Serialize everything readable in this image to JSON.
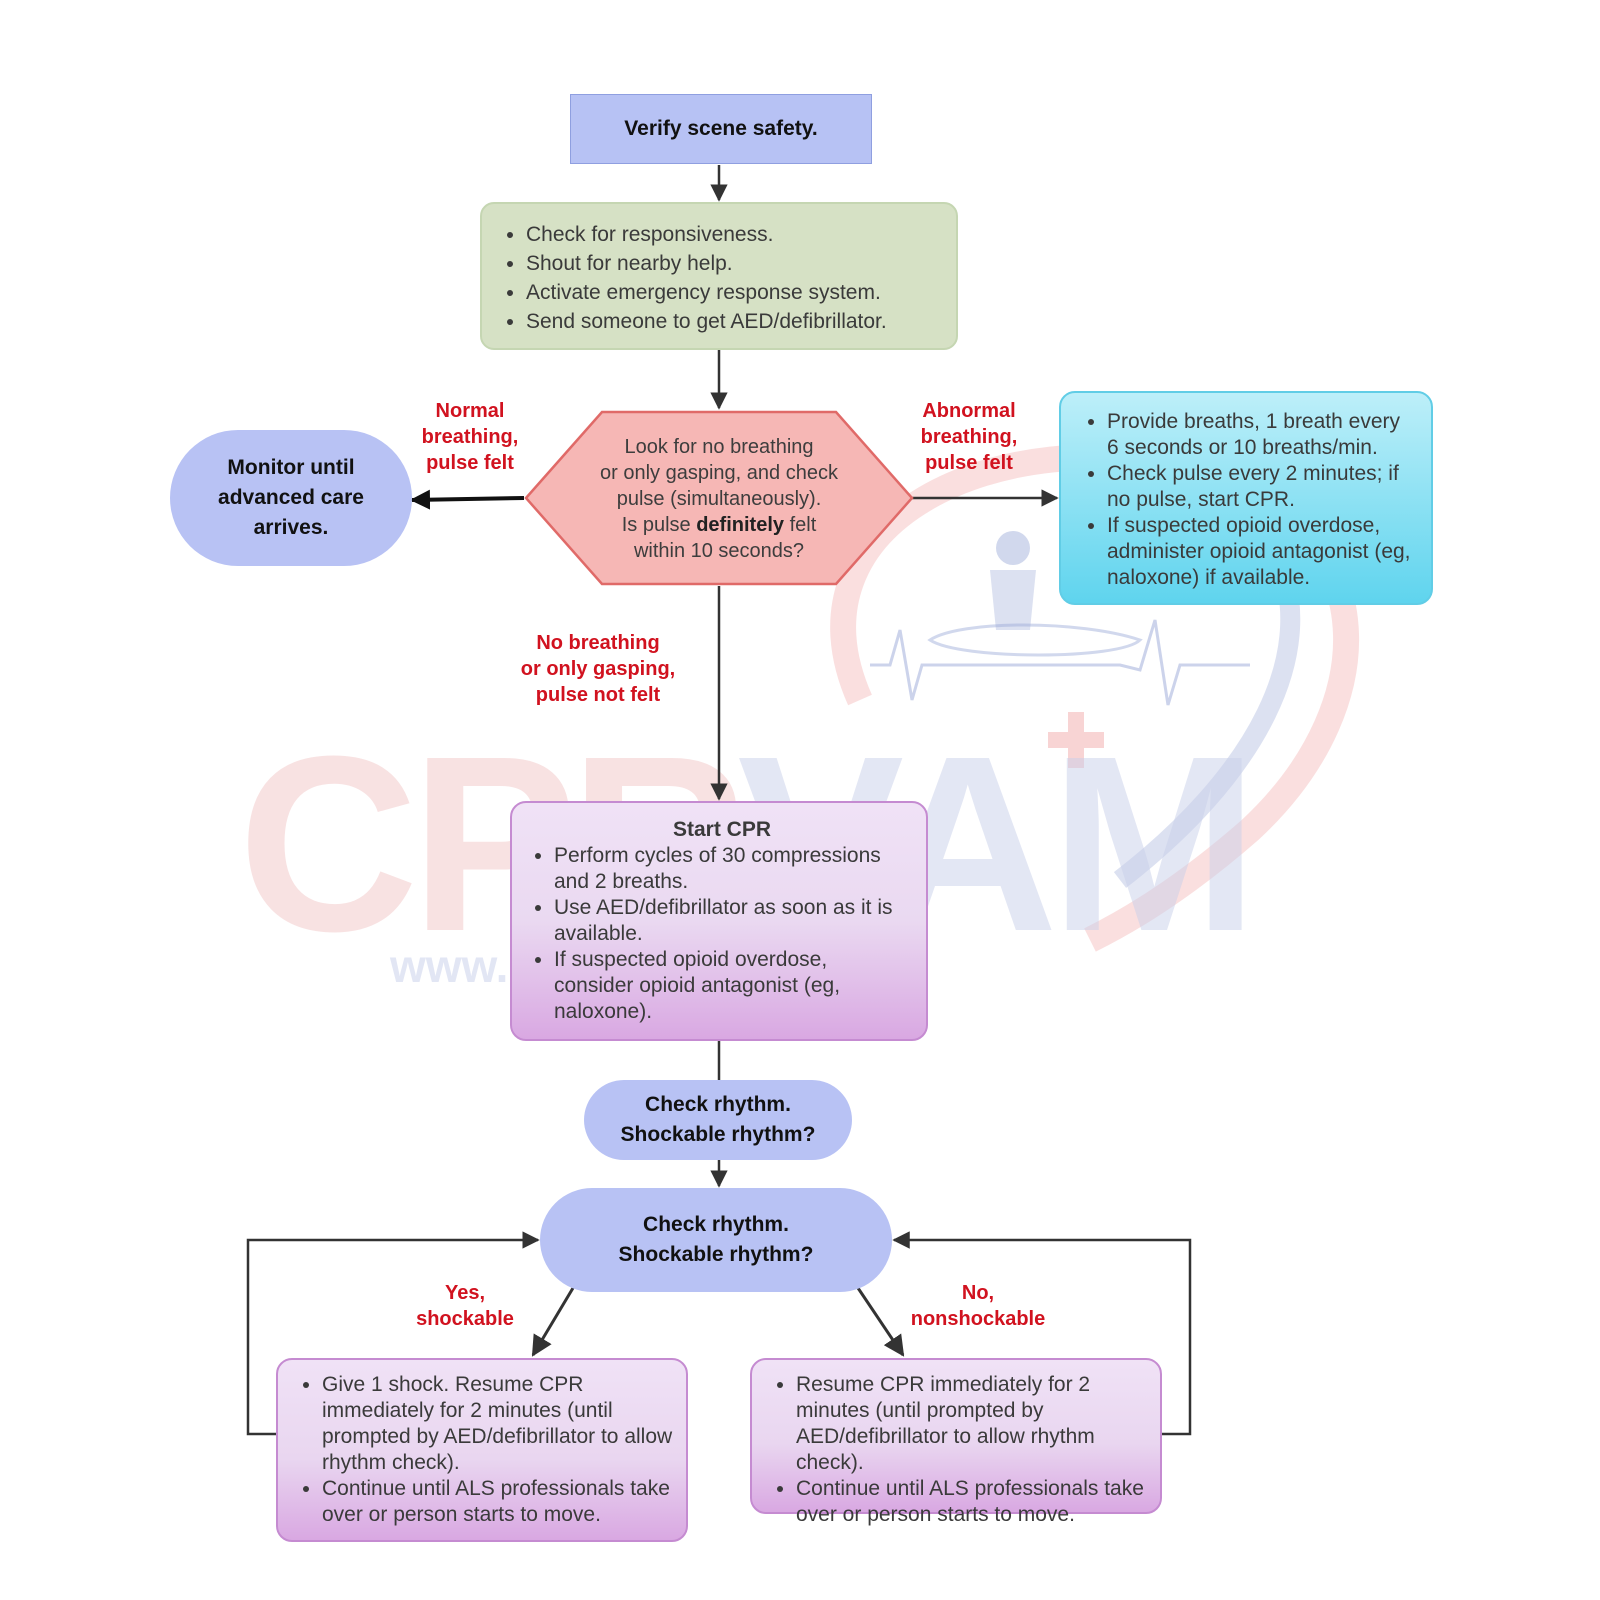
{
  "watermark": {
    "brand": "CPRVAM",
    "url_fragment_left": "www.",
    "url_fragment_right": "m"
  },
  "nodes": {
    "verify": "Verify scene safety.",
    "checks": [
      "Check for responsiveness.",
      "Shout for nearby help.",
      "Activate emergency response system.",
      "Send someone to get AED/defibrillator."
    ],
    "look": {
      "line1": "Look for no breathing",
      "line2": "or only gasping, and check",
      "line3": "pulse (simultaneously).",
      "line4_pre": "Is pulse ",
      "line4_bold": "definitely",
      "line4_post": " felt",
      "line5": "within 10 seconds?"
    },
    "monitor": {
      "line1": "Monitor until",
      "line2": "advanced care",
      "line3": "arrives."
    },
    "breaths": [
      "Provide breaths, 1 breath every 6 seconds or 10 breaths/min.",
      "Check pulse every 2 minutes; if no pulse, start CPR.",
      "If suspected opioid overdose, administer opioid antagonist (eg, naloxone) if available."
    ],
    "cpr": {
      "title": "Start CPR",
      "items": [
        "Perform cycles of 30 compressions and 2 breaths.",
        "Use AED/defibrillator as soon as it is available.",
        "If suspected opioid overdose, consider opioid antagonist (eg, naloxone)."
      ]
    },
    "rhythm1": {
      "line1": "Check rhythm.",
      "line2": "Shockable rhythm?"
    },
    "rhythm2": {
      "line1": "Check rhythm.",
      "line2": "Shockable rhythm?"
    },
    "shock": [
      "Give 1 shock. Resume CPR immediately for 2 minutes (until prompted by AED/defibrillator to allow rhythm check).",
      "Continue until ALS professionals take over or person starts to move."
    ],
    "nonshock": [
      "Resume CPR immediately for 2 minutes (until prompted by AED/defibrillator to allow rhythm check).",
      "Continue until ALS professionals take over or person starts to move."
    ]
  },
  "labels": {
    "normal": {
      "line1": "Normal",
      "line2": "breathing,",
      "line3": "pulse felt"
    },
    "abnormal": {
      "line1": "Abnormal",
      "line2": "breathing,",
      "line3": "pulse felt"
    },
    "nobreathing": {
      "line1": "No breathing",
      "line2": "or only gasping,",
      "line3": "pulse not felt"
    },
    "yes": {
      "line1": "Yes,",
      "line2": "shockable"
    },
    "no": {
      "line1": "No,",
      "line2": "nonshockable"
    }
  },
  "colors": {
    "label_red": "#d1121f",
    "lavender": "#b8c2f4",
    "green_box": "#d6e1c5",
    "hexagon_fill": "#f6b7b5",
    "hexagon_border": "#e06a68",
    "cyan_box": "#5fd4ee",
    "purple_box": "#d9a8e2",
    "arrow": "#333333"
  }
}
